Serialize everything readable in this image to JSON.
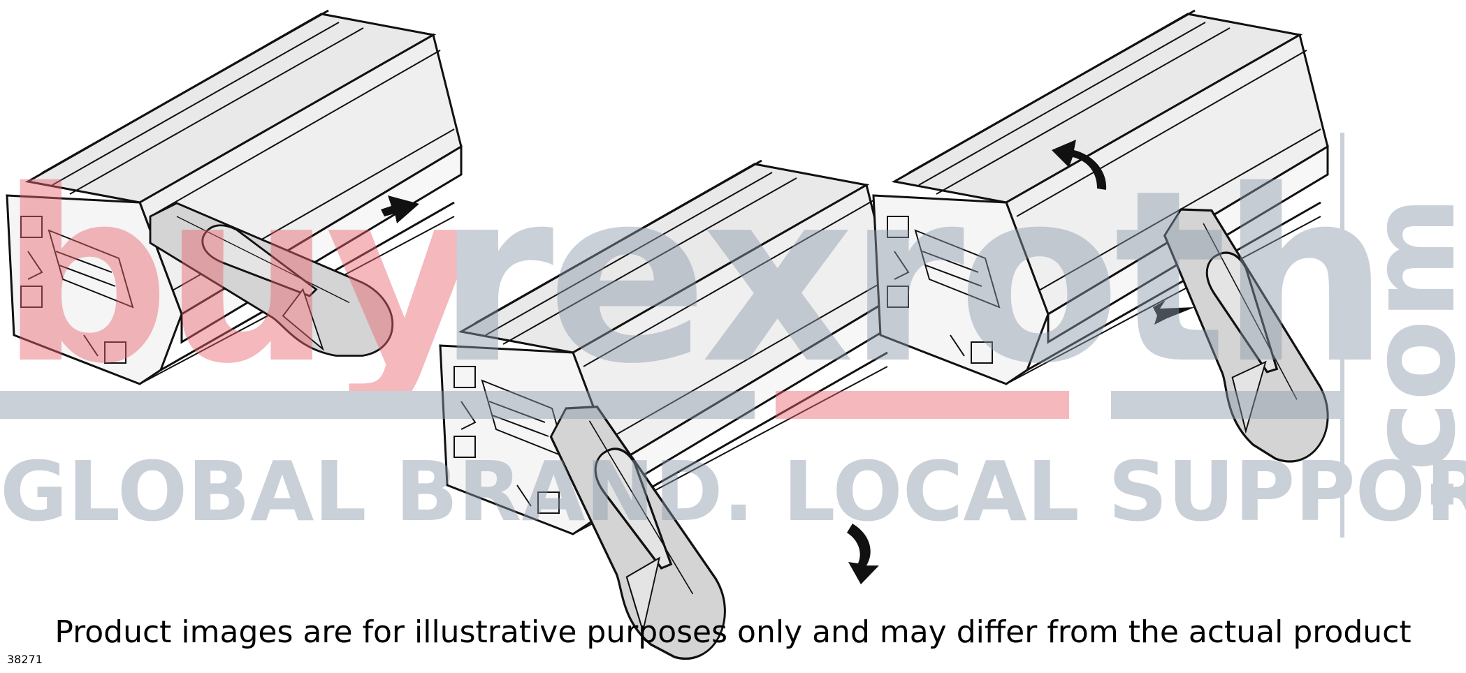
{
  "watermark": {
    "brand_red": "buy",
    "brand_gray": "rexroth",
    "domain_suffix": ".com",
    "tagline": "GLOBAL BRAND. LOCAL SUPPORT.",
    "color_red": "#e8646e",
    "color_gray": "#8c99aa"
  },
  "disclaimer": "Product images are for illustrative purposes only and may differ from the actual product",
  "document_number": "38271",
  "colors": {
    "profile_face": "#f2f2f2",
    "profile_top": "#e6e6e6",
    "clip_fill": "#d4d4d4",
    "line": "#111111",
    "arrow": "#111111"
  },
  "steps": [
    {
      "icon": "push-arrow-icon",
      "direction": "push-in"
    },
    {
      "icon": "rotate-down-arrow-icon",
      "direction": "rotate-down"
    },
    {
      "icon": "rotate-up-arrow-icon",
      "direction": "rotate-up"
    },
    {
      "icon": "slide-arrow-icon",
      "direction": "slide-in"
    }
  ]
}
